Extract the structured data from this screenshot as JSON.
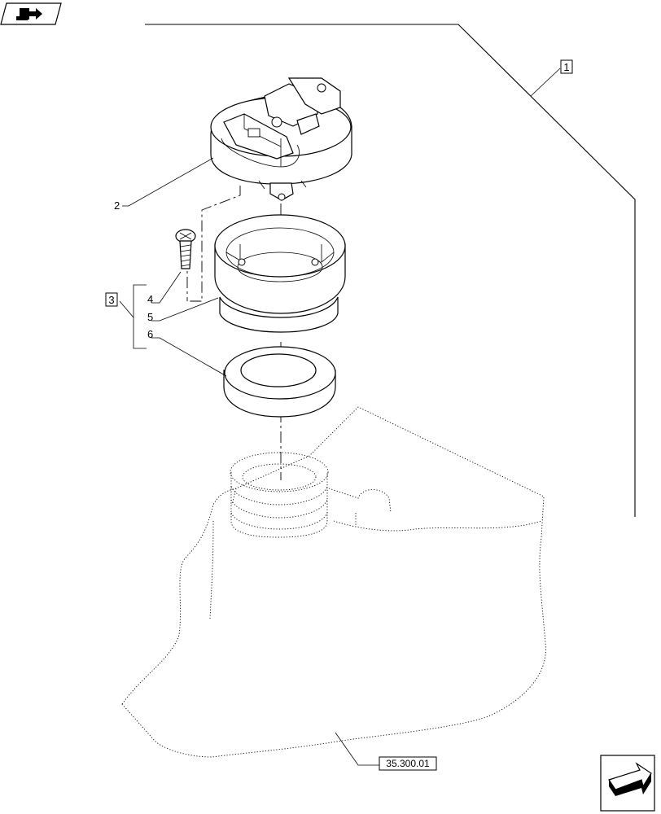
{
  "callouts": {
    "c1": "1",
    "c2": "2",
    "c3": "3",
    "c4": "4",
    "c5": "5",
    "c6": "6"
  },
  "reference": {
    "label": "35.300.01"
  },
  "icons": {
    "top_left": "book-arrow-icon",
    "bottom_right": "next-page-arrow-icon"
  }
}
